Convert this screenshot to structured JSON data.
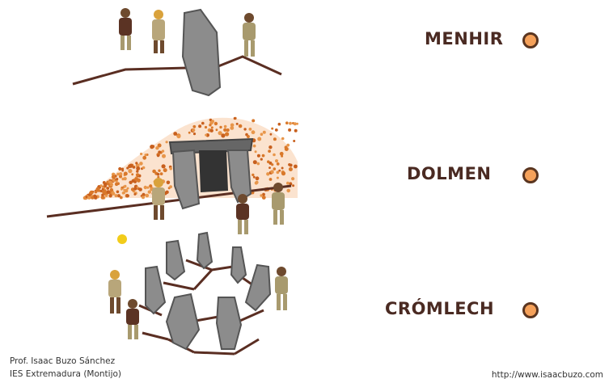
{
  "labels": {
    "menhir": "MENHIR",
    "dolmen": "DOLMEN",
    "cromlech": "CRÓMLECH"
  },
  "credit": {
    "author": "Prof. Isaac Buzo Sánchez",
    "school": "IES Extremadura (Montijo)"
  },
  "url": "http://www.isaacbuzo.com",
  "colors": {
    "stone": "#8c8c8c",
    "stone_dark": "#555555",
    "ground_line": "#5a2e22",
    "soil": "#d9782a",
    "bullet_fill": "#f5a15a",
    "bullet_ring": "#5a3520",
    "label_text": "#4a2a22"
  }
}
